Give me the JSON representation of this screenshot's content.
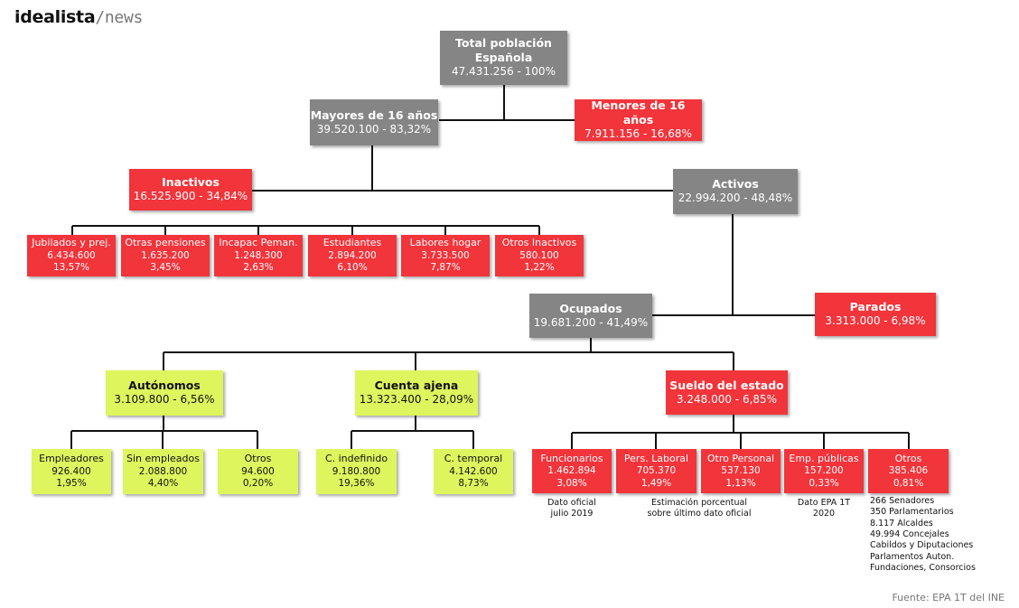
{
  "brand": {
    "name": "idealista",
    "suffix": "/news"
  },
  "root": {
    "title1": "Total población",
    "title2": "Española",
    "value": "47.431.256 - 100%"
  },
  "mayores": {
    "title": "Mayores de 16 años",
    "value": "39.520.100 - 83,32%"
  },
  "menores": {
    "title": "Menores de 16 años",
    "value": "7.911.156 - 16,68%"
  },
  "inactivos": {
    "title": "Inactivos",
    "value": "16.525.900 - 34,84%"
  },
  "activos": {
    "title": "Activos",
    "value": "22.994.200 - 48,48%"
  },
  "inactivos_items": [
    {
      "title": "Jubilados y prej.",
      "value": "6.434.600",
      "pct": "13,57%"
    },
    {
      "title": "Otras pensiones",
      "value": "1.635.200",
      "pct": "3,45%"
    },
    {
      "title": "Incapac Peman.",
      "value": "1.248.300",
      "pct": "2,63%"
    },
    {
      "title": "Estudiantes",
      "value": "2.894.200",
      "pct": "6,10%"
    },
    {
      "title": "Labores hogar",
      "value": "3.733.500",
      "pct": "7,87%"
    },
    {
      "title": "Otros Inactivos",
      "value": "580.100",
      "pct": "1,22%"
    }
  ],
  "ocupados": {
    "title": "Ocupados",
    "value": "19.681.200 - 41,49%"
  },
  "parados": {
    "title": "Parados",
    "value": "3.313.000 - 6,98%"
  },
  "autonomos": {
    "title": "Autónomos",
    "value": "3.109.800 - 6,56%"
  },
  "cuenta_ajena": {
    "title": "Cuenta ajena",
    "value": "13.323.400 - 28,09%"
  },
  "sueldo_estado": {
    "title": "Sueldo del estado",
    "value": "3.248.000 - 6,85%"
  },
  "autonomos_items": [
    {
      "title": "Empleadores",
      "value": "926.400",
      "pct": "1,95%"
    },
    {
      "title": "Sin empleados",
      "value": "2.088.800",
      "pct": "4,40%"
    },
    {
      "title": "Otros",
      "value": "94.600",
      "pct": "0,20%"
    }
  ],
  "cuenta_ajena_items": [
    {
      "title": "C. indefinido",
      "value": "9.180.800",
      "pct": "19,36%"
    },
    {
      "title": "C. temporal",
      "value": "4.142.600",
      "pct": "8,73%"
    }
  ],
  "estado_items": [
    {
      "title": "Funcionarios",
      "value": "1.462.894",
      "pct": "3,08%"
    },
    {
      "title": "Pers. Laboral",
      "value": "705.370",
      "pct": "1,49%"
    },
    {
      "title": "Otro Personal",
      "value": "537.130",
      "pct": "1,13%"
    },
    {
      "title": "Emp. públicas",
      "value": "157.200",
      "pct": "0,33%"
    },
    {
      "title": "Otros",
      "value": "385.406",
      "pct": "0,81%"
    }
  ],
  "notes": {
    "funcionarios": [
      "Dato oficial",
      "julio 2019"
    ],
    "laboral_personal": [
      "Estimación porcentual",
      "sobre último dato oficial"
    ],
    "empresas": [
      "Dato EPA 1T",
      "2020"
    ],
    "otros": [
      "266 Senadores",
      "350 Parlamentarios",
      "8.117 Alcaldes",
      "49.994 Concejales",
      "Cabildos y Diputaciones",
      "Parlamentos Auton.",
      "Fundaciones, Consorcios"
    ]
  },
  "source": "Fuente: EPA 1T del INE",
  "colors": {
    "gray": "#858585",
    "red": "#f2343b",
    "yellow": "#dff55e",
    "line": "#111111"
  }
}
